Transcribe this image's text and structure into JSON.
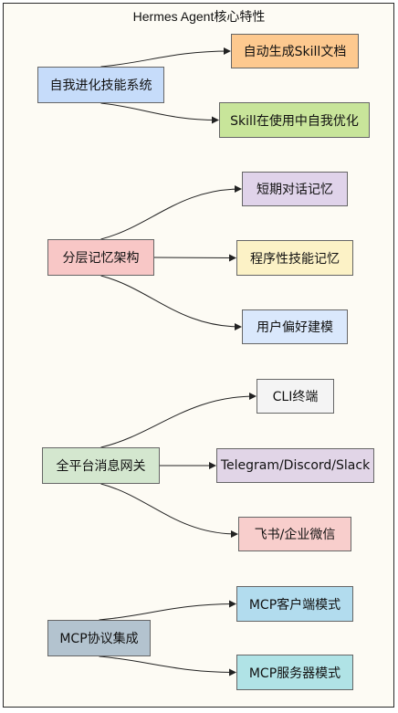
{
  "title": "Hermes Agent核心特性",
  "groups": [
    {
      "label": "自我进化技能系统",
      "color": "#c6dcfa",
      "children": [
        {
          "label": "自动生成Skill文档",
          "color": "#fdc98f"
        },
        {
          "label": "Skill在使用中自我优化",
          "color": "#c8e59a"
        }
      ]
    },
    {
      "label": "分层记忆架构",
      "color": "#f8c7c6",
      "children": [
        {
          "label": "短期对话记忆",
          "color": "#e0d3ea"
        },
        {
          "label": "程序性技能记忆",
          "color": "#fcf2c6"
        },
        {
          "label": "用户偏好建模",
          "color": "#dae8fc"
        }
      ]
    },
    {
      "label": "全平台消息网关",
      "color": "#d4e7cf",
      "children": [
        {
          "label": "CLI终端",
          "color": "#f4f4f4"
        },
        {
          "label": "Telegram/Discord/Slack",
          "color": "#e1d5e7"
        },
        {
          "label": "飞书/企业微信",
          "color": "#f8cecc"
        }
      ]
    },
    {
      "label": "MCP协议集成",
      "color": "#b3c3cf",
      "children": [
        {
          "label": "MCP客户端模式",
          "color": "#b2dcee"
        },
        {
          "label": "MCP服务器模式",
          "color": "#b0e3e6"
        }
      ]
    }
  ]
}
